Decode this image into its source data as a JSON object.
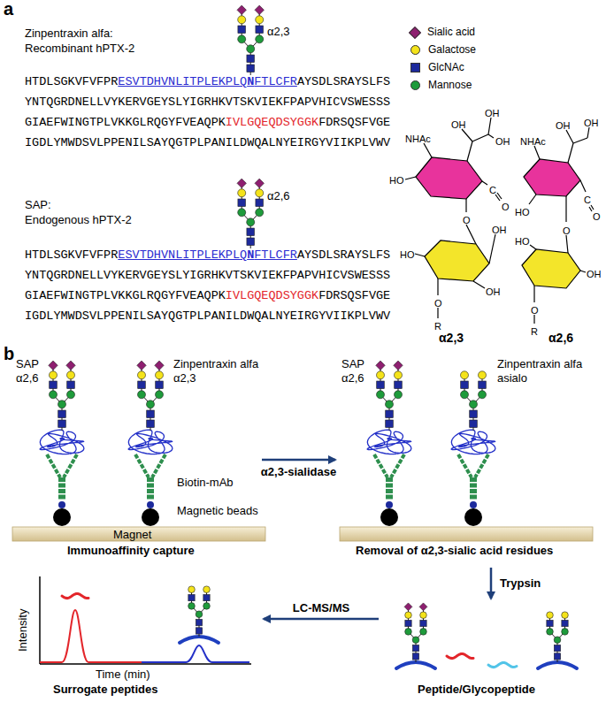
{
  "diagram": {
    "nodes": [
      {
        "text": [
          "Immunoaffinity capture"
        ]
      },
      {
        "text": [
          "Removal of α2,3-sialic acid residues"
        ]
      },
      {
        "text": [
          "Peptide/Glycopeptide"
        ]
      },
      {
        "text": [
          "Surrogate peptides"
        ]
      }
    ],
    "edges": [
      {
        "from": 0,
        "to": 1,
        "arrow": "to",
        "label": "α2,3-sialidase"
      },
      {
        "from": 1,
        "to": 2,
        "arrow": "to",
        "label": "Trypsin"
      },
      {
        "from": 2,
        "to": 3,
        "arrow": "to",
        "label": "LC-MS/MS"
      }
    ],
    "labels": [
      "a",
      "Zinpentraxin alfa:",
      "Recombinant hPTX-2",
      "α2,3",
      "HTDLSGKVFVFPR",
      "ESVTDHVNLITPLEKPLQ",
      "N",
      "FTLCFR",
      "AYSDLSRAYSLFS",
      "YNTQGRDNELLVYKERVGEYSLYIGRHKVTSKVIEKFPAPVHICVSWESSS",
      "GIAEFWINGTPLVKKGLRQGYFVEAQPK",
      "IVLGQEQDSYGGK",
      "FDRSQSFVGE",
      "IGDLYMWDSVLPPENILSAYQGTPLPANILDWQALNYEIRGYVIIKPLVWV",
      "SAP:",
      "Endogenous hPTX-2",
      "α2,6",
      "HTDLSGKVFVFPR",
      "ESVTDHVNLITPLEKPLQ",
      "N",
      "FTLCFR",
      "AYSDLSRAYSLFS",
      "YNTQGRDNELLVYKERVGEYSLYIGRHKVTSKVIEKFPAPVHICVSWESSS",
      "GIAEFWINGTPLVKKGLRQGYFVEAQPK",
      "IVLGQEQDSYGGK",
      "FDRSQSFVGE",
      "IGDLYMWDSVLPPENILSAYQGTPLPANILDWQALNYEIRGYVIIKPLVWV",
      "NHAc",
      "OH",
      "OH",
      "OH",
      "HO",
      "C",
      "O",
      "O",
      "HO",
      "OH",
      "OH",
      "O",
      "R",
      "α2,3",
      "NHAc",
      "OH",
      "OH",
      "HO",
      "C",
      "O",
      "O",
      "HO",
      "OH",
      "O",
      "R",
      "α2,6",
      "b",
      "SAP",
      "α2,6",
      "Zinpentraxin alfa",
      "α2,3",
      "Biotin-mAb",
      "Magnetic beads",
      "Magnet",
      "SAP",
      "α2,6",
      "Zinpentraxin alfa",
      "asialo",
      "Intensity",
      "Time (min)"
    ],
    "legend": [
      {
        "text": "Sialic acid",
        "color": "#8e1f70"
      },
      {
        "text": "Galactose",
        "color": "#f4e31a"
      },
      {
        "text": "GlcNAc",
        "color": "#1d2a9c"
      },
      {
        "text": "Mannose",
        "color": "#1e9b3b"
      }
    ]
  }
}
